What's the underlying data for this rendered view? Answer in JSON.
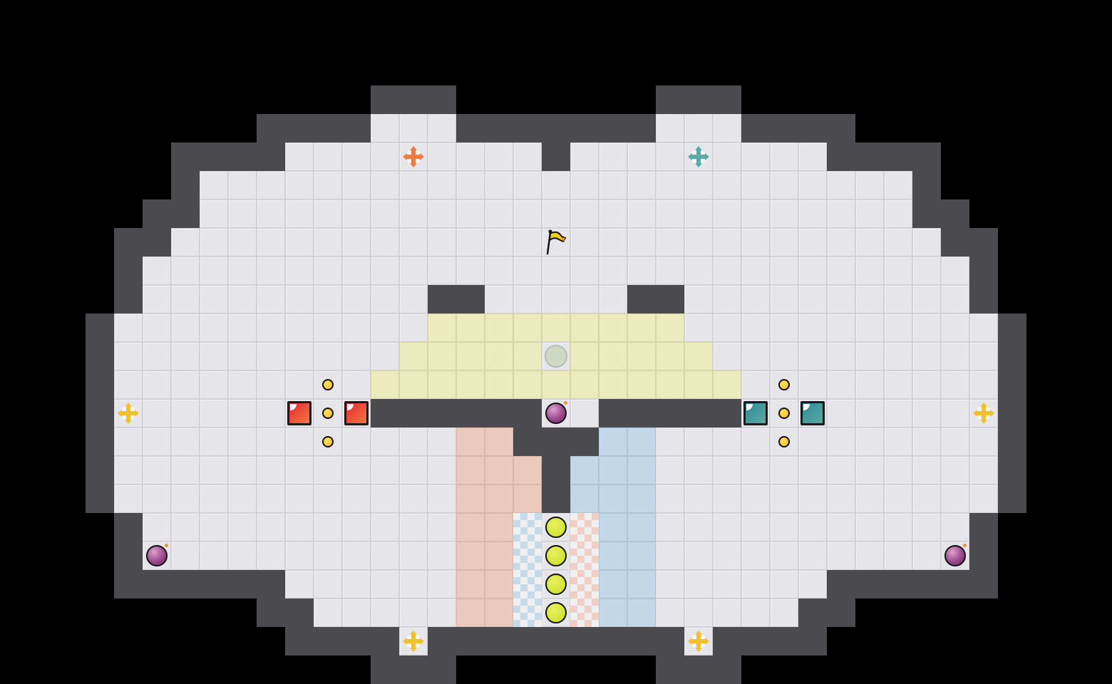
{
  "game": {
    "colors": {
      "wall": "#4a4a4f",
      "floor": "#e6e6ea",
      "zone_yellow": "#ecebc0",
      "zone_red": "#ecc9bd",
      "zone_blue": "#c3d8e6",
      "red_block": "#e8503a",
      "teal_block": "#3f9aa0",
      "coin": "#f2be1a",
      "green_orb": "#c8e020",
      "bomb": "#9a4a8c",
      "ghost_circle": "#cfd8c4",
      "flag": "#f0d020",
      "cross_orange": "#f07a40",
      "cross_teal": "#5aaaa8",
      "cross_yellow": "#f2c030"
    },
    "entities": [
      "goal-flag",
      "ghost-target",
      "bomb",
      "red-block",
      "teal-block",
      "coin",
      "green-orb",
      "move-cross"
    ]
  }
}
